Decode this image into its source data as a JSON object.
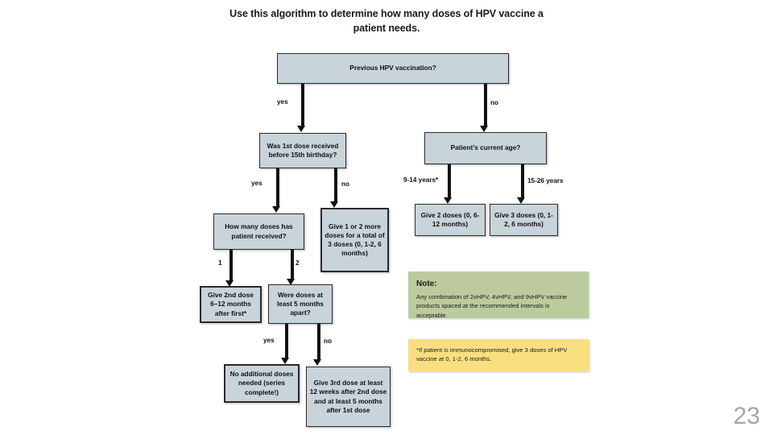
{
  "title": "Use this algorithm to determine how many doses of HPV vaccine a patient needs.",
  "page_number": "23",
  "colors": {
    "node_fill": "#c9d3da",
    "node_border": "#2a2a2a",
    "note_fill": "#bccb9e",
    "footnote_fill": "#fadf80",
    "connector": "#111111",
    "page_number": "#a6a6a6"
  },
  "flowchart": {
    "type": "decision-tree",
    "nodes": [
      {
        "id": "start",
        "kind": "decision",
        "label": "Previous HPV vaccination?"
      },
      {
        "id": "before15",
        "kind": "decision",
        "label": "Was 1st dose received before 15th birthday?"
      },
      {
        "id": "age",
        "kind": "decision",
        "label": "Patient’s current age?"
      },
      {
        "id": "howmany",
        "kind": "decision",
        "label": "How many doses has patient received?"
      },
      {
        "id": "give1or2",
        "kind": "action",
        "label": "Give 1 or 2 more doses for a total of 3 doses (0, 1-2, 6 months)"
      },
      {
        "id": "give2doses",
        "kind": "action",
        "label": "Give 2 doses (0, 6-12 months)"
      },
      {
        "id": "give3doses",
        "kind": "action",
        "label": "Give 3 doses (0, 1-2, 6 months)"
      },
      {
        "id": "give2nd",
        "kind": "action",
        "label": "Give 2nd dose 6–12 months after first*"
      },
      {
        "id": "atleast5",
        "kind": "decision",
        "label": "Were doses at least 5 months apart?"
      },
      {
        "id": "noadditional",
        "kind": "action",
        "label": "No additional doses needed (series complete!)"
      },
      {
        "id": "give3rd",
        "kind": "action",
        "label": "Give 3rd dose at least 12 weeks after 2nd dose and at least 5 months after 1st dose"
      }
    ],
    "edges": [
      {
        "from": "start",
        "to": "before15",
        "label": "yes"
      },
      {
        "from": "start",
        "to": "age",
        "label": "no"
      },
      {
        "from": "before15",
        "to": "howmany",
        "label": "yes"
      },
      {
        "from": "before15",
        "to": "give1or2",
        "label": "no"
      },
      {
        "from": "age",
        "to": "give2doses",
        "label": "9-14 years*"
      },
      {
        "from": "age",
        "to": "give3doses",
        "label": "15-26 years"
      },
      {
        "from": "howmany",
        "to": "give2nd",
        "label": "1"
      },
      {
        "from": "howmany",
        "to": "atleast5",
        "label": "2"
      },
      {
        "from": "atleast5",
        "to": "noadditional",
        "label": "yes"
      },
      {
        "from": "atleast5",
        "to": "give3rd",
        "label": "no"
      }
    ]
  },
  "note": {
    "heading": "Note:",
    "body": "Any combination of 2vHPV, 4vHPV, and 9vHPV vaccine products spaced at the recommended intervals is acceptable."
  },
  "footnote": {
    "body": "*If patient is immunocompromised, give 3 doses of HPV vaccine at 0, 1-2, 6 months."
  }
}
